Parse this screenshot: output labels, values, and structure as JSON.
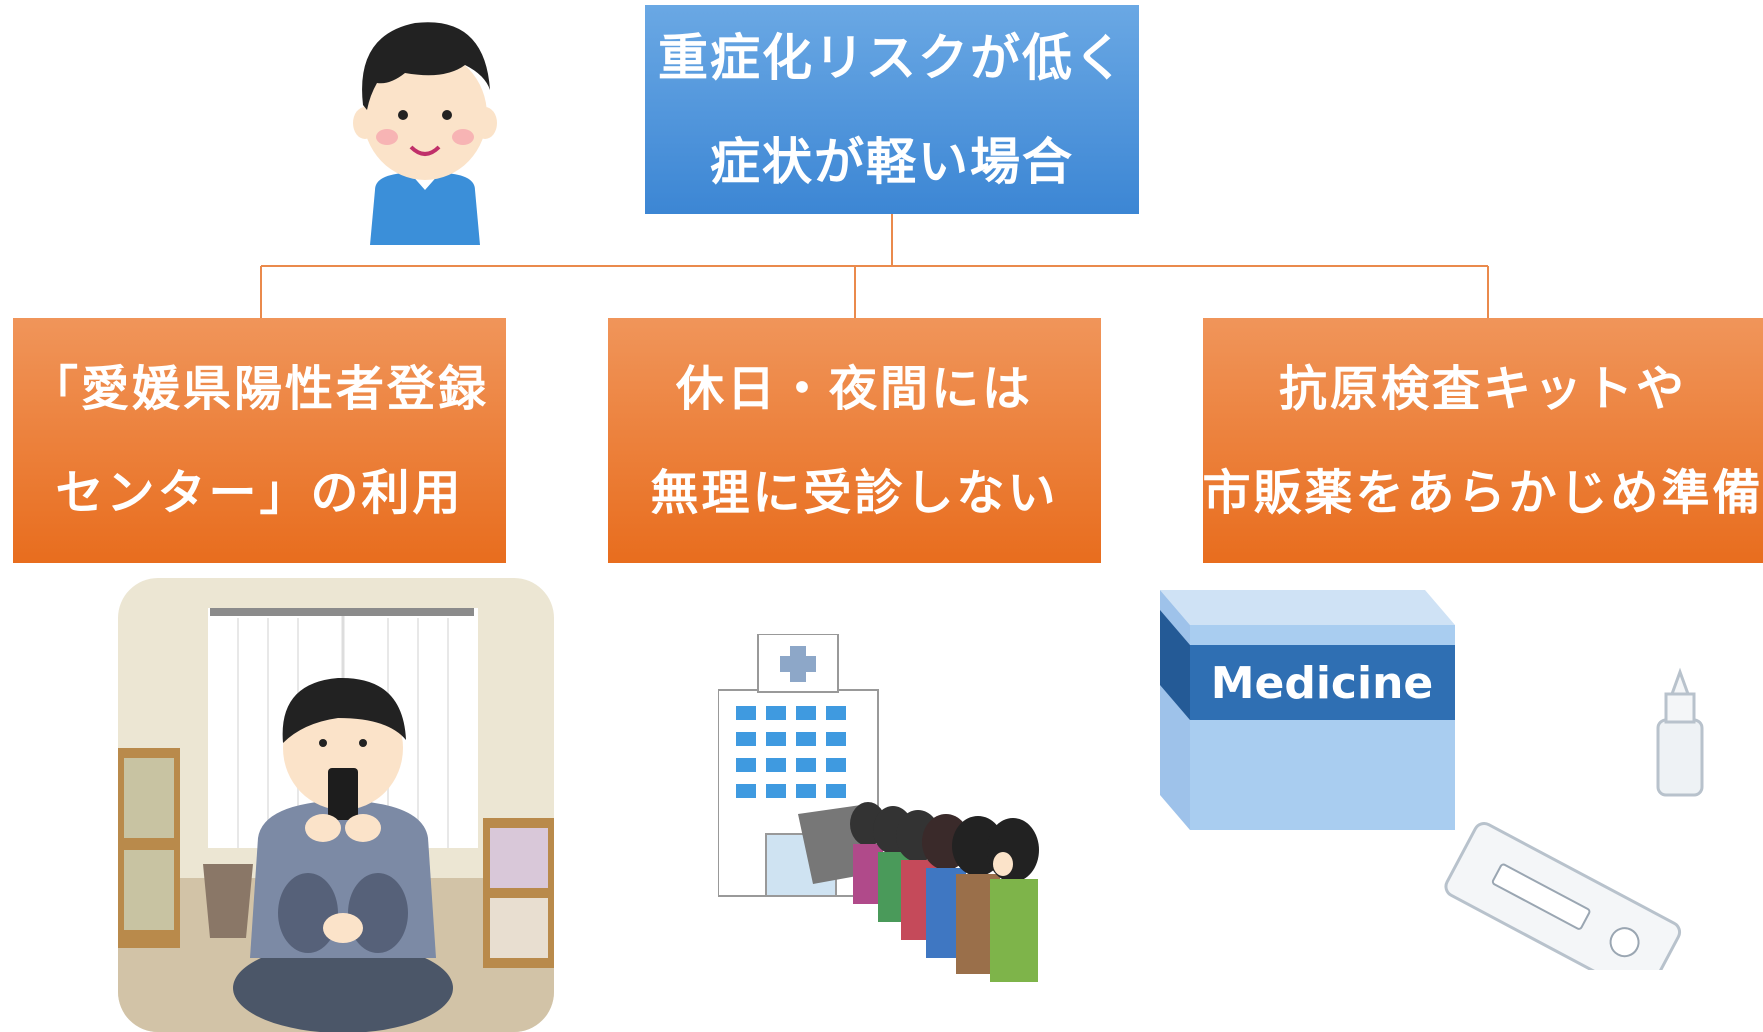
{
  "top": {
    "lines": [
      "重症化リスクが低く",
      "症状が軽い場合"
    ]
  },
  "options": [
    {
      "lines": [
        "「愛媛県陽性者登録",
        "センター」の利用"
      ]
    },
    {
      "lines": [
        "休日・夜間には",
        "無理に受診しない"
      ]
    },
    {
      "lines": [
        "抗原検査キットや",
        "市販薬をあらかじめ準備"
      ]
    }
  ],
  "medicine_box": {
    "label": "Medicine"
  },
  "colors": {
    "top_box": "#4a90da",
    "option_box": "#ea7a30",
    "connector": "#ea8a4c"
  }
}
